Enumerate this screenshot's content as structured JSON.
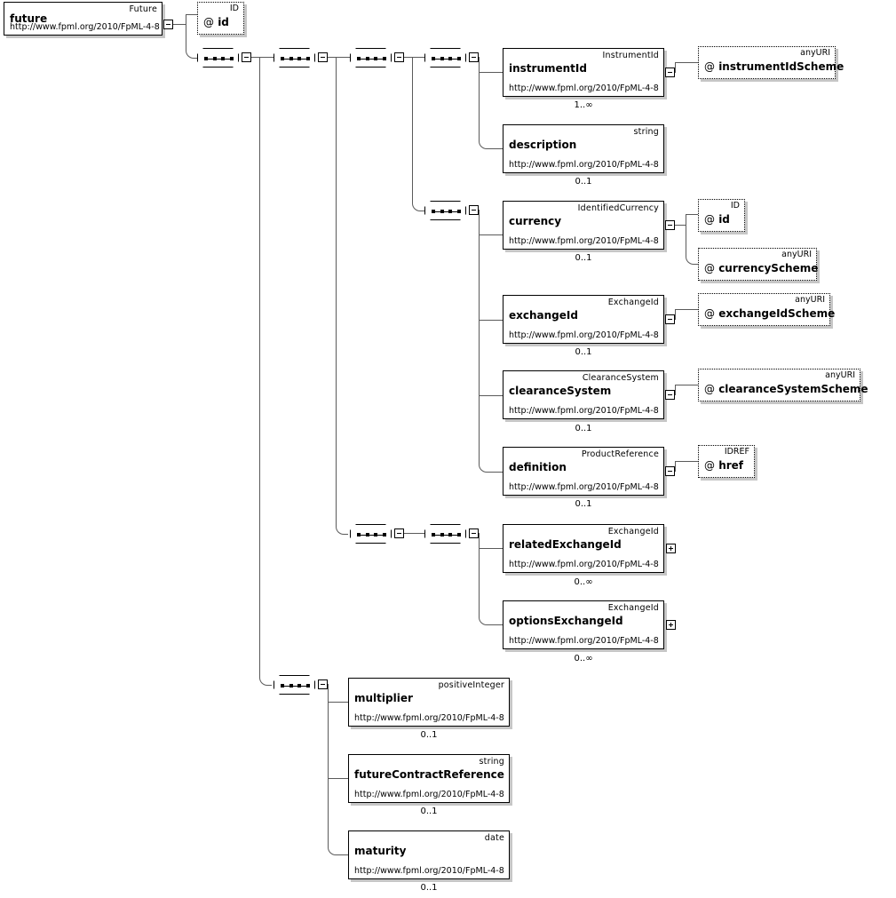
{
  "diagram": {
    "title": "future",
    "namespace": "http://www.fpml.org/2010/FpML-4-8",
    "root": {
      "name": "future",
      "type": "Future",
      "namespace": "http://www.fpml.org/2010/FpML-4-8"
    },
    "root_attribute": {
      "name": "@ id",
      "at": "@",
      "label": "id",
      "type": "ID"
    },
    "compositors": [
      {
        "id": "seq-root",
        "label": "sequence"
      },
      {
        "id": "seq-level2",
        "label": "sequence"
      },
      {
        "id": "seq-level3",
        "label": "sequence"
      },
      {
        "id": "seq-instrument",
        "label": "sequence"
      },
      {
        "id": "seq-currency",
        "label": "sequence"
      },
      {
        "id": "seq-exchange",
        "label": "sequence"
      },
      {
        "id": "seq-exchange-in",
        "label": "sequence"
      },
      {
        "id": "seq-future",
        "label": "sequence"
      }
    ],
    "elements": [
      {
        "id": "instrumentId",
        "name": "instrumentId",
        "type": "InstrumentId",
        "namespace": "http://www.fpml.org/2010/FpML-4-8",
        "cardinality": "1..∞",
        "toggle": "minus"
      },
      {
        "id": "description",
        "name": "description",
        "type": "string",
        "namespace": "http://www.fpml.org/2010/FpML-4-8",
        "cardinality": "0..1",
        "toggle": "none"
      },
      {
        "id": "currency",
        "name": "currency",
        "type": "IdentifiedCurrency",
        "namespace": "http://www.fpml.org/2010/FpML-4-8",
        "cardinality": "0..1",
        "toggle": "minus"
      },
      {
        "id": "exchangeId",
        "name": "exchangeId",
        "type": "ExchangeId",
        "namespace": "http://www.fpml.org/2010/FpML-4-8",
        "cardinality": "0..1",
        "toggle": "minus"
      },
      {
        "id": "clearanceSystem",
        "name": "clearanceSystem",
        "type": "ClearanceSystem",
        "namespace": "http://www.fpml.org/2010/FpML-4-8",
        "cardinality": "0..1",
        "toggle": "minus"
      },
      {
        "id": "definition",
        "name": "definition",
        "type": "ProductReference",
        "namespace": "http://www.fpml.org/2010/FpML-4-8",
        "cardinality": "0..1",
        "toggle": "minus"
      },
      {
        "id": "relatedExchangeId",
        "name": "relatedExchangeId",
        "type": "ExchangeId",
        "namespace": "http://www.fpml.org/2010/FpML-4-8",
        "cardinality": "0..∞",
        "toggle": "plus"
      },
      {
        "id": "optionsExchangeId",
        "name": "optionsExchangeId",
        "type": "ExchangeId",
        "namespace": "http://www.fpml.org/2010/FpML-4-8",
        "cardinality": "0..∞",
        "toggle": "plus"
      },
      {
        "id": "multiplier",
        "name": "multiplier",
        "type": "positiveInteger",
        "namespace": "http://www.fpml.org/2010/FpML-4-8",
        "cardinality": "0..1",
        "toggle": "none"
      },
      {
        "id": "futureContractReference",
        "name": "futureContractReference",
        "type": "string",
        "namespace": "http://www.fpml.org/2010/FpML-4-8",
        "cardinality": "0..1",
        "toggle": "none"
      },
      {
        "id": "maturity",
        "name": "maturity",
        "type": "date",
        "namespace": "http://www.fpml.org/2010/FpML-4-8",
        "cardinality": "0..1",
        "toggle": "none"
      }
    ],
    "attributes": [
      {
        "id": "instrumentIdScheme",
        "at": "@",
        "label": "instrumentIdScheme",
        "type": "anyURI"
      },
      {
        "id": "currencyId",
        "at": "@",
        "label": "id",
        "type": "ID"
      },
      {
        "id": "currencyScheme",
        "at": "@",
        "label": "currencyScheme",
        "type": "anyURI"
      },
      {
        "id": "exchangeIdScheme",
        "at": "@",
        "label": "exchangeIdScheme",
        "type": "anyURI"
      },
      {
        "id": "clearanceSystemScheme",
        "at": "@",
        "label": "clearanceSystemScheme",
        "type": "anyURI"
      },
      {
        "id": "href",
        "at": "@",
        "label": "href",
        "type": "IDREF"
      }
    ],
    "colors": {
      "line": "#5a5a5a",
      "border": "#000000",
      "shadow": "#c6c6c6",
      "background": "#ffffff"
    }
  }
}
